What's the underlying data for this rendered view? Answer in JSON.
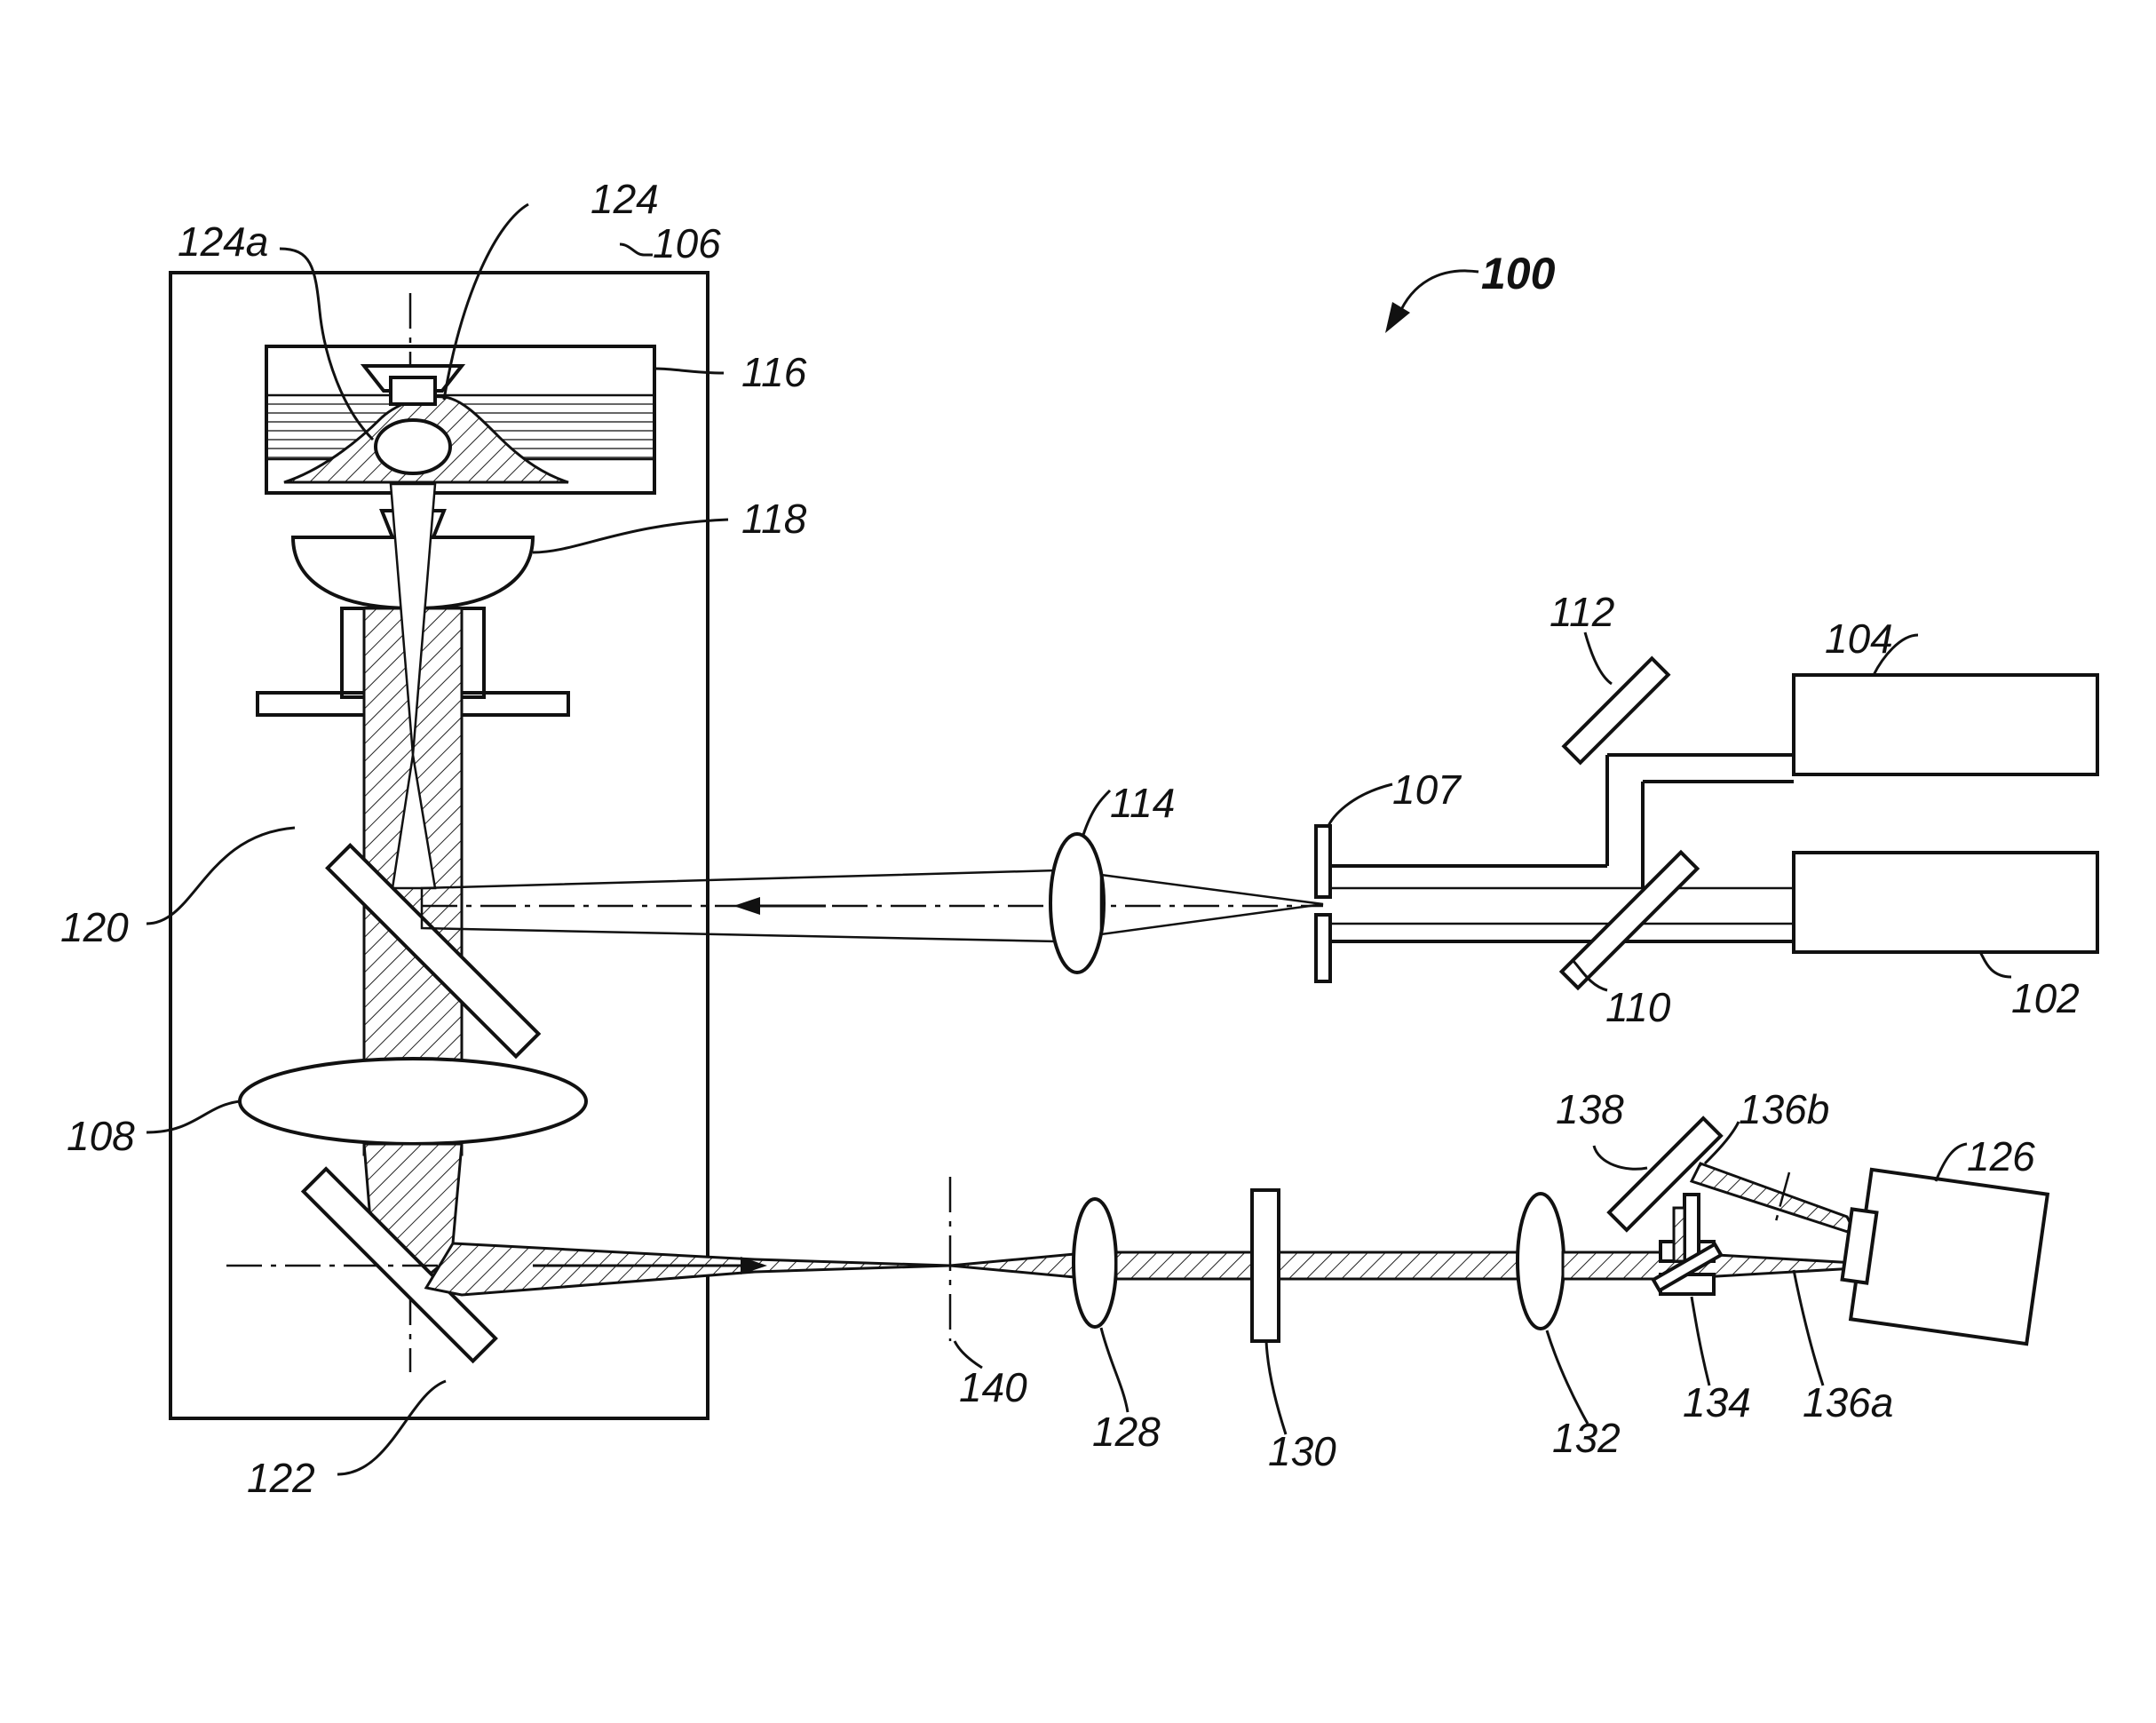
{
  "figure": {
    "reference_number": "100",
    "labels": {
      "102": "102",
      "104": "104",
      "106": "106",
      "107": "107",
      "108": "108",
      "110": "110",
      "112": "112",
      "114": "114",
      "116": "116",
      "118": "118",
      "120": "120",
      "122": "122",
      "124": "124",
      "124a": "124a",
      "126": "126",
      "128": "128",
      "130": "130",
      "132": "132",
      "134": "134",
      "136a": "136a",
      "136b": "136b",
      "138": "138",
      "140": "140"
    }
  }
}
